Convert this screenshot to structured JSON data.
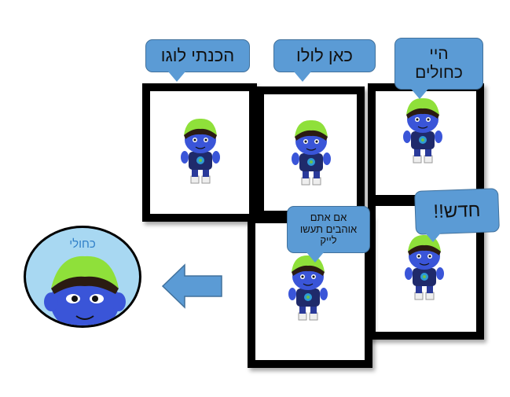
{
  "bubbles": {
    "logo": "הכנתי לוגו",
    "lulu": "כאן לולו",
    "hey": "היי\nכחולים",
    "like": "אם אתם\nאוהבים תעשו\nלייק",
    "new": "חדש!!"
  },
  "profile": {
    "label": "כחולי"
  },
  "colors": {
    "bubble": "#5b9bd5",
    "arrow": "#5b9bd5",
    "circle": "#a8d8f2"
  }
}
